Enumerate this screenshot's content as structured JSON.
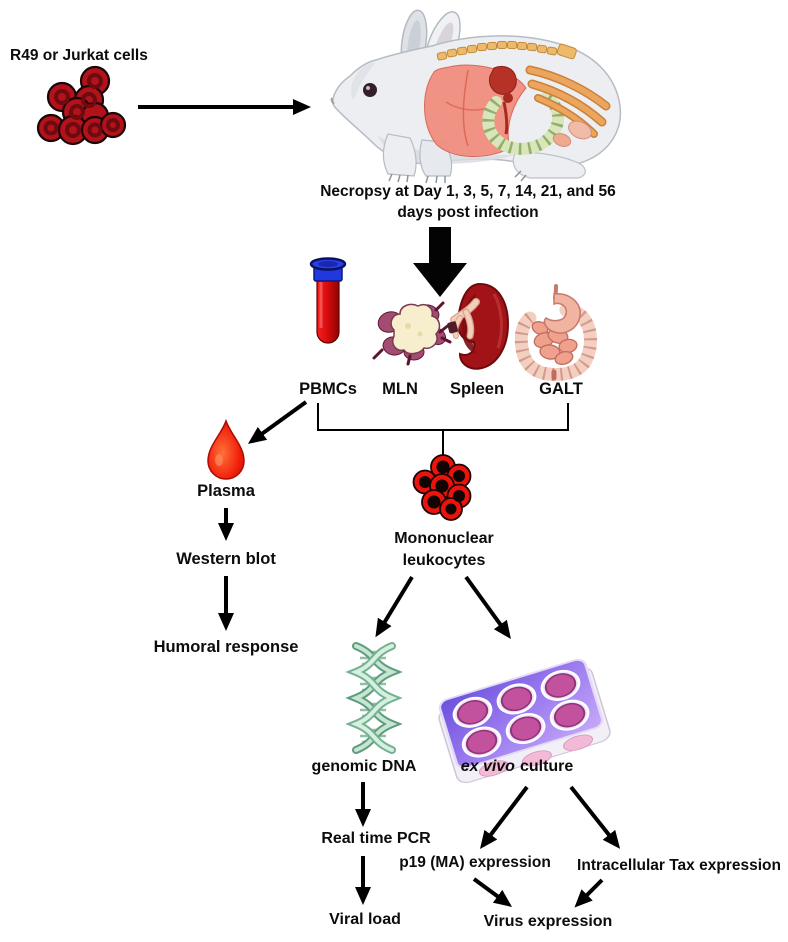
{
  "flow": {
    "inoculum": {
      "label": "R49 or Jurkat cells"
    },
    "necropsy": {
      "line1": "Necropsy at Day 1, 3, 5, 7, 14, 21, and 56",
      "line2": "days post infection"
    },
    "samples": {
      "pbmcs": "PBMCs",
      "mln": "MLN",
      "spleen": "Spleen",
      "galt": "GALT"
    },
    "plasma_branch": {
      "plasma": "Plasma",
      "western_blot": "Western blot",
      "humoral_response": "Humoral response"
    },
    "leukocyte_branch": {
      "mononuclear_line1": "Mononuclear",
      "mononuclear_line2": "leukocytes",
      "genomic_dna": "genomic DNA",
      "ex_vivo": "ex vivo",
      "culture": "culture",
      "real_time_pcr": "Real time PCR",
      "viral_load": "Viral load",
      "p19_expression": "p19 (MA) expression",
      "tax_expression": "Intracellular Tax expression",
      "virus_expression": "Virus expression"
    }
  },
  "icons": {
    "inoculum": "cell-cluster-icon",
    "animal": "rabbit-icon",
    "bulk_arrow": "thick-down-arrow",
    "blood_tube": "blood-tube-icon",
    "lymph_node": "lymph-node-icon",
    "spleen": "spleen-icon",
    "gut": "intestine-icon",
    "plasma_drop": "blood-drop-icon",
    "leukocytes": "leukocyte-cluster-icon",
    "dna": "dna-helix-icon",
    "culture_plate": "culture-plate-icon"
  },
  "colors": {
    "background": "#ffffff",
    "text": "#0c0c0c",
    "arrow": "#000000",
    "inoculum_cell_red": "#b2121a",
    "leukocyte_red": "#e9150c",
    "tube_blood_red": "#d90d0d",
    "tube_cap_blue": "#2137e0",
    "drop_red": "#f01e0a",
    "spleen_red": "#a21318",
    "mln_cream": "#f6eecd",
    "galt_pink": "#f3cfc2",
    "dna_green": "#74b292",
    "plate_purple": "#9b7bf0",
    "well_magenta": "#c2529d",
    "organ_salmon": "#f18b7b",
    "cecum_green": "#d9e6bc",
    "spine_orange": "#edba6c"
  }
}
